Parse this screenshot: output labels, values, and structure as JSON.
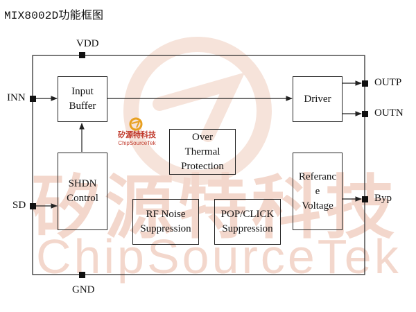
{
  "title": "MIX8002D功能框图",
  "watermark": {
    "cn": "矽源特科技",
    "en": "ChipSourceTek"
  },
  "logo": {
    "cn": "矽源特科技",
    "en": "ChipSourceTek"
  },
  "pins": {
    "vdd": "VDD",
    "gnd": "GND",
    "inn": "INN",
    "sd": "SD",
    "outp": "OUTP",
    "outn": "OUTN",
    "byp": "Byp"
  },
  "blocks": {
    "input_buffer": "Input\nBuffer",
    "driver": "Driver",
    "shdn_control": "SHDN\nControl",
    "over_thermal": "Over\nThermal\nProtection",
    "reference_voltage": "Referanc\ne\nVoltage",
    "rf_noise": "RF Noise\nSuppression",
    "pop_click": "POP/CLICK\nSuppression"
  },
  "colors": {
    "watermark": "#f3d7cc",
    "logo_accent": "#c0392b",
    "line": "#222222"
  }
}
